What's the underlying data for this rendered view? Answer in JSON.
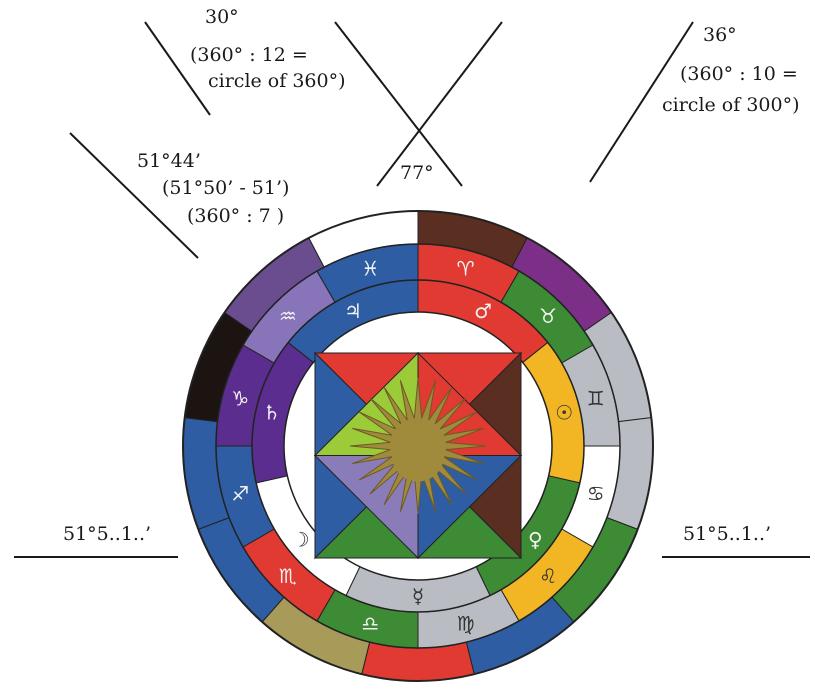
{
  "labels": {
    "a30_title": "30°",
    "a30_line2": "(360° : 12 =",
    "a30_line3": "circle of 360°)",
    "a36_title": "36°",
    "a36_line2": "(360° : 10 =",
    "a36_line3": "circle of 300°)",
    "a77": "77°",
    "a5144_title": "51°44’",
    "a5144_line2": "(51°50’ - 51’)",
    "a5144_line3": "(360° : 7 )",
    "left_angle": "51°5..1..’",
    "right_angle": "51°5..1..’"
  },
  "wheel": {
    "outer_ring_colors": [
      "#5a2e20",
      "#7b2f86",
      "#b9bdc3",
      "#b9bdc3",
      "#3d8b35",
      "#2e5da3",
      "#e03a33",
      "#a89a58",
      "#2e5da3",
      "#2e5da3",
      "#1c1410",
      "#6a4d8f",
      "#ffffff"
    ],
    "middle_ring": [
      {
        "color": "#e03a33",
        "icon": "aries-icon",
        "glyph": "♈"
      },
      {
        "color": "#3d8b35",
        "icon": "taurus-icon",
        "glyph": "♉"
      },
      {
        "color": "#b9bdc3",
        "icon": "gemini-icon",
        "glyph": "♊"
      },
      {
        "color": "#ffffff",
        "icon": "cancer-icon",
        "glyph": "♋"
      },
      {
        "color": "#f2b624",
        "icon": "leo-icon",
        "glyph": "♌"
      },
      {
        "color": "#b9bdc3",
        "icon": "virgo-icon",
        "glyph": "♍"
      },
      {
        "color": "#3d8b35",
        "icon": "libra-icon",
        "glyph": "♎"
      },
      {
        "color": "#e03a33",
        "icon": "scorpio-icon",
        "glyph": "♏"
      },
      {
        "color": "#2e5da3",
        "icon": "sagittarius-icon",
        "glyph": "♐"
      },
      {
        "color": "#5a2d8e",
        "icon": "capricorn-icon",
        "glyph": "♑"
      },
      {
        "color": "#8874b8",
        "icon": "aquarius-icon",
        "glyph": "♒"
      },
      {
        "color": "#2e5da3",
        "icon": "pisces-icon",
        "glyph": "♓"
      }
    ],
    "planet_ring": [
      {
        "color": "#e03a33",
        "icon": "mars-icon",
        "glyph": "♂"
      },
      {
        "color": "#f2b624",
        "icon": "sun-icon",
        "glyph": "☉"
      },
      {
        "color": "#3d8b35",
        "icon": "venus-icon",
        "glyph": "♀"
      },
      {
        "color": "#b9bdc3",
        "icon": "mercury-icon",
        "glyph": "☿"
      },
      {
        "color": "#ffffff",
        "icon": "moon-icon",
        "glyph": "☽"
      },
      {
        "color": "#5a2d8e",
        "icon": "saturn-icon",
        "glyph": "♄"
      },
      {
        "color": "#2e5da3",
        "icon": "jupiter-icon",
        "glyph": "♃"
      }
    ],
    "inner_square_colors": {
      "top": "#e03a33",
      "right": "#5a2e20",
      "bottom": "#3d8b35",
      "left": "#2e5da3"
    },
    "diamond_colors": {
      "top_left": "#9ccb3a",
      "top_right": "#e03a33",
      "bottom_right": "#2e5da3",
      "bottom_left": "#8a7cb8"
    },
    "sun_color": "#a08a3c"
  }
}
